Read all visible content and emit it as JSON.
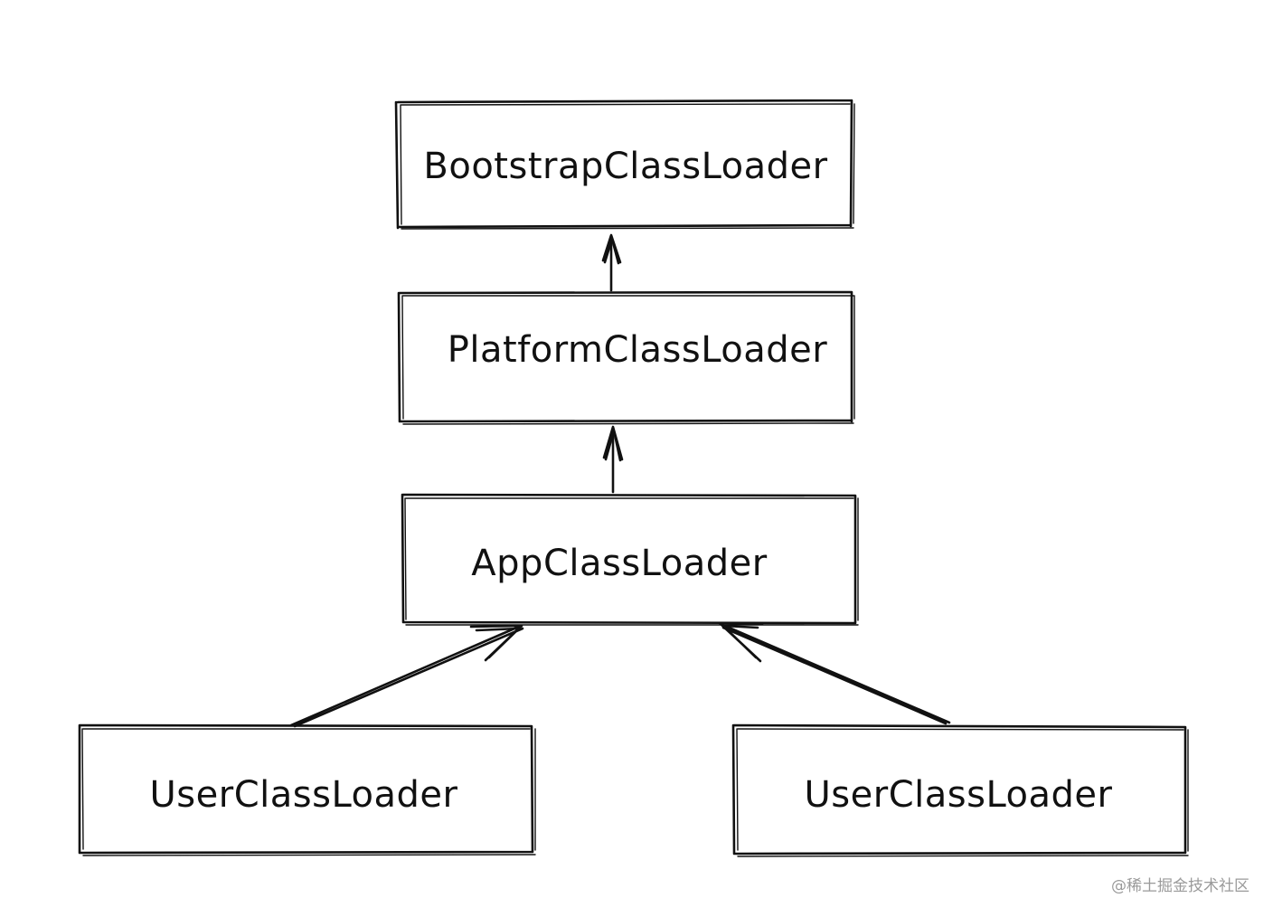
{
  "nodes": {
    "bootstrap": {
      "label": "BootstrapClassLoader"
    },
    "platform": {
      "label": "PlatformClassLoader"
    },
    "app": {
      "label": "AppClassLoader"
    },
    "user_left": {
      "label": "UserClassLoader"
    },
    "user_right": {
      "label": "UserClassLoader"
    }
  },
  "edges": [
    {
      "from": "platform",
      "to": "bootstrap"
    },
    {
      "from": "app",
      "to": "platform"
    },
    {
      "from": "user_left",
      "to": "app"
    },
    {
      "from": "user_right",
      "to": "app"
    }
  ],
  "watermark": "@稀土掘金技术社区",
  "colors": {
    "stroke": "#111111",
    "background": "#ffffff",
    "watermark": "#9a9a9a"
  }
}
